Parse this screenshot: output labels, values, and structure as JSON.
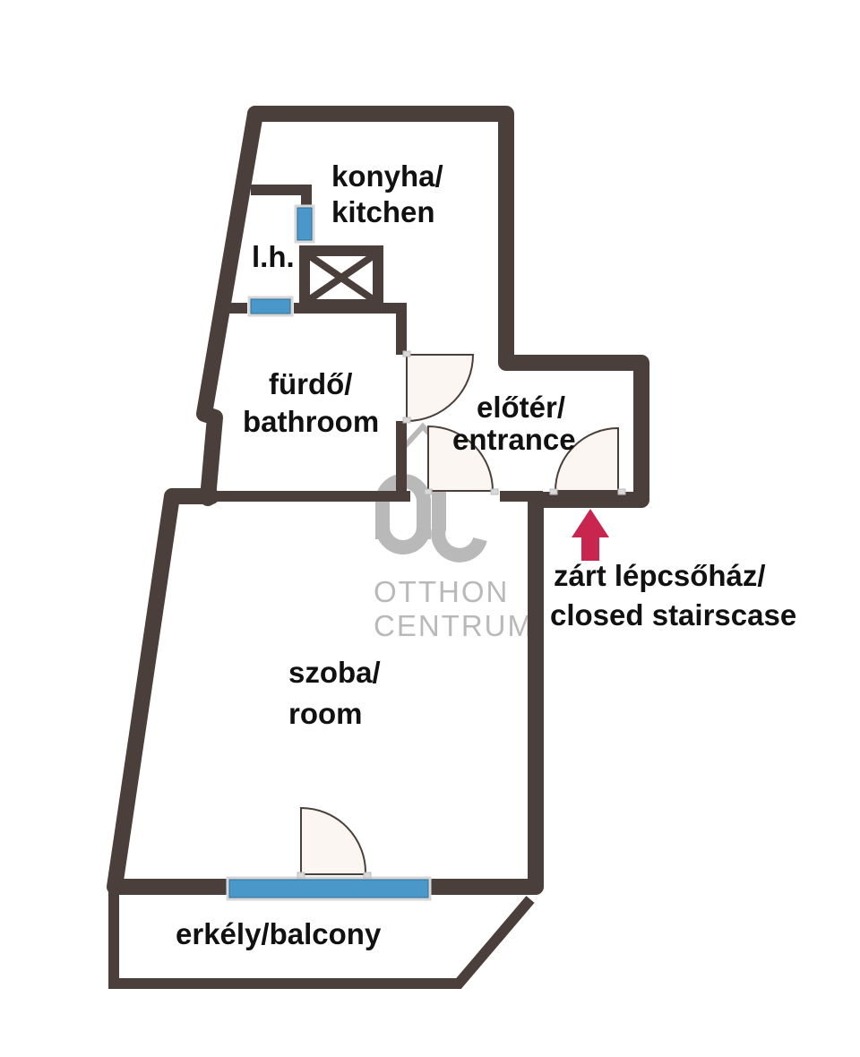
{
  "rooms": {
    "kitchen": {
      "line1": "konyha/",
      "line2": "kitchen"
    },
    "lh": {
      "label": "l.h."
    },
    "bathroom": {
      "line1": "fürdő/",
      "line2": "bathroom"
    },
    "entrance": {
      "line1": "előtér/",
      "line2": "entrance"
    },
    "room": {
      "line1": "szoba/",
      "line2": "room"
    },
    "balcony": {
      "label": "erkély/balcony"
    }
  },
  "stairs": {
    "line1": "zárt lépcsőház/",
    "line2": "closed stairscase"
  },
  "logo": {
    "mark": "OC",
    "line1": "OTTHON",
    "line2": "CENTRUM"
  },
  "colors": {
    "wall": "#4a3f3a",
    "window": "#4a98c9",
    "door": "#fbf6f1",
    "arrow": "#c8264f",
    "logo": "#b9b9b9"
  }
}
